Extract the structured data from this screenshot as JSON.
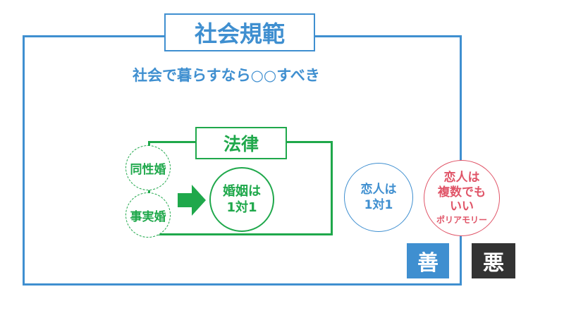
{
  "social_norms": {
    "title": "社会規範",
    "statement": "社会で暮らすなら○○すべき"
  },
  "law": {
    "title": "法律"
  },
  "circles": {
    "cohabitation_marriage": "同性婚",
    "de_facto_marriage": "事実婚",
    "marriage_line1": "婚姻は",
    "marriage_line2": "1対1",
    "lover_line1": "恋人は",
    "lover_line2": "1対1",
    "poly_line1": "恋人は",
    "poly_line2": "複数でも",
    "poly_line3": "いい",
    "poly_line4": "ポリアモリー"
  },
  "labels": {
    "good": "善",
    "evil": "悪"
  },
  "colors": {
    "social_blue": "#3f8fd0",
    "law_green": "#1fa84b",
    "poly_red": "#e05568",
    "evil_dark": "#333333"
  },
  "icons": {
    "arrow": "right-arrow-icon"
  }
}
